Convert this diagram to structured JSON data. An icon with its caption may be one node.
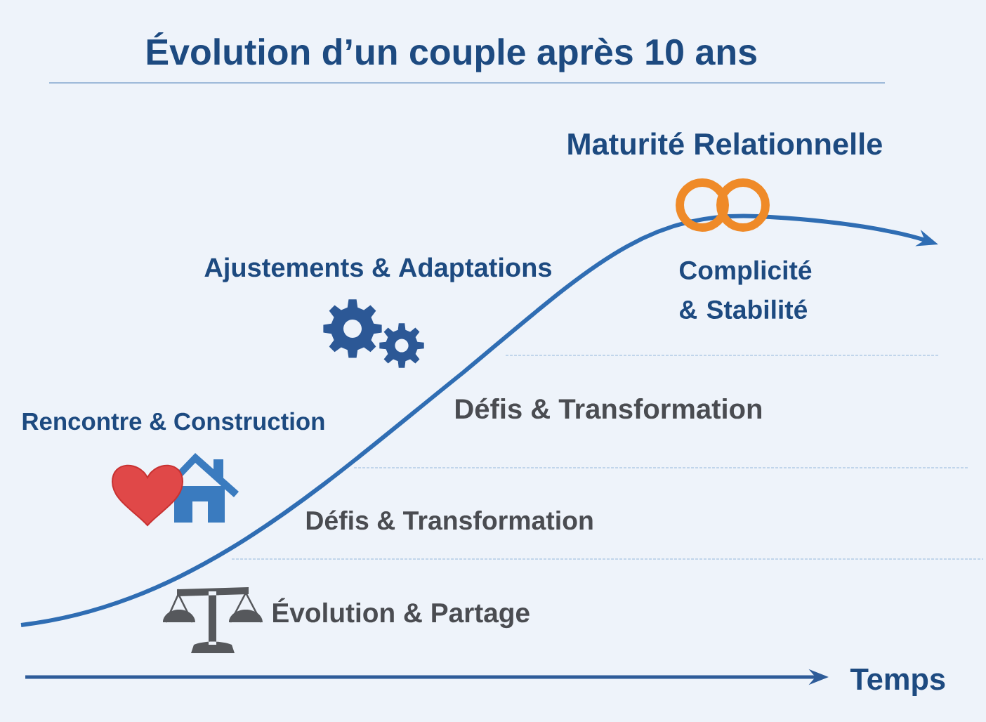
{
  "diagram": {
    "title": "Évolution d’un couple après 10 ans",
    "labels": [
      "Maturité Relationnelle",
      "Ajustements & Adaptations",
      "Complicité & Stabilité",
      "Rencontre & Construction",
      "Défis & Transformation",
      "Défis & Transformation",
      "Évolution & Partage",
      "Temps"
    ]
  }
}
